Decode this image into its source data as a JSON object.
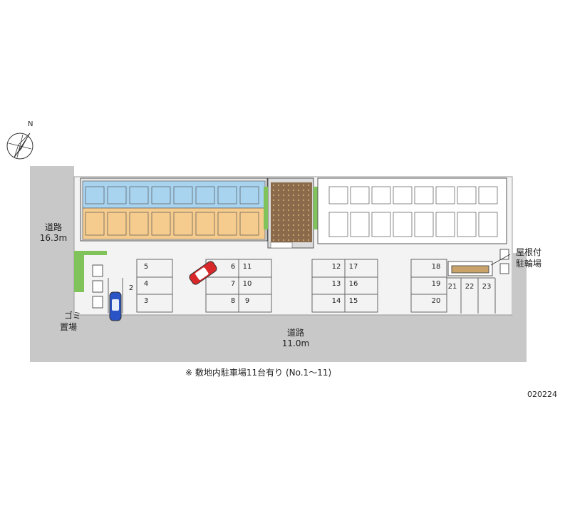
{
  "compass": {
    "north_label": "N",
    "icon": "north-arrow-icon"
  },
  "roads": {
    "left": {
      "name": "道路",
      "width": "16.3m"
    },
    "bottom": {
      "name": "道路",
      "width": "11.0m"
    }
  },
  "labels": {
    "bike_parking": [
      "屋根付",
      "駐輪場"
    ],
    "garbage": [
      "ゴミ",
      "置場"
    ]
  },
  "parking_spots": [
    {
      "no": "2"
    },
    {
      "no": "3"
    },
    {
      "no": "4"
    },
    {
      "no": "5"
    },
    {
      "no": "6"
    },
    {
      "no": "7"
    },
    {
      "no": "8"
    },
    {
      "no": "9"
    },
    {
      "no": "10"
    },
    {
      "no": "11"
    },
    {
      "no": "12"
    },
    {
      "no": "13"
    },
    {
      "no": "14"
    },
    {
      "no": "15"
    },
    {
      "no": "16"
    },
    {
      "no": "17"
    },
    {
      "no": "18"
    },
    {
      "no": "19"
    },
    {
      "no": "20"
    },
    {
      "no": "21"
    },
    {
      "no": "22"
    },
    {
      "no": "23"
    }
  ],
  "note": "※ 敷地内駐車場11台有り (No.1～11)",
  "code": "020224",
  "colors": {
    "road": "#c8c8c8",
    "site": "#f3f3f3",
    "building_left_upper": "#a9d4f0",
    "building_left_lower": "#f6cc8e",
    "building_right": "#ffffff",
    "stair": "#8a6a4a",
    "green": "#7fc35a",
    "car_red": "#d8282a",
    "car_blue": "#2a53c6",
    "bike_roof": "#c9a36a"
  }
}
